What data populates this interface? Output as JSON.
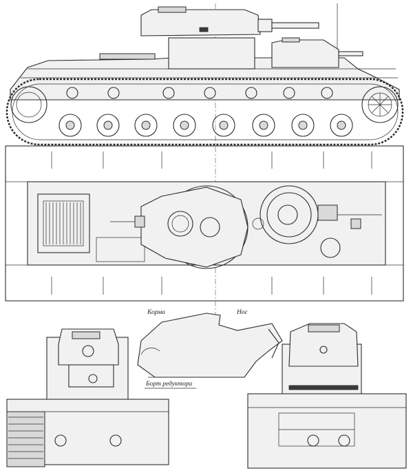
{
  "labels": {
    "stern": "Корма",
    "bow": "Нос",
    "board_reducer": "Борт редуктора"
  }
}
